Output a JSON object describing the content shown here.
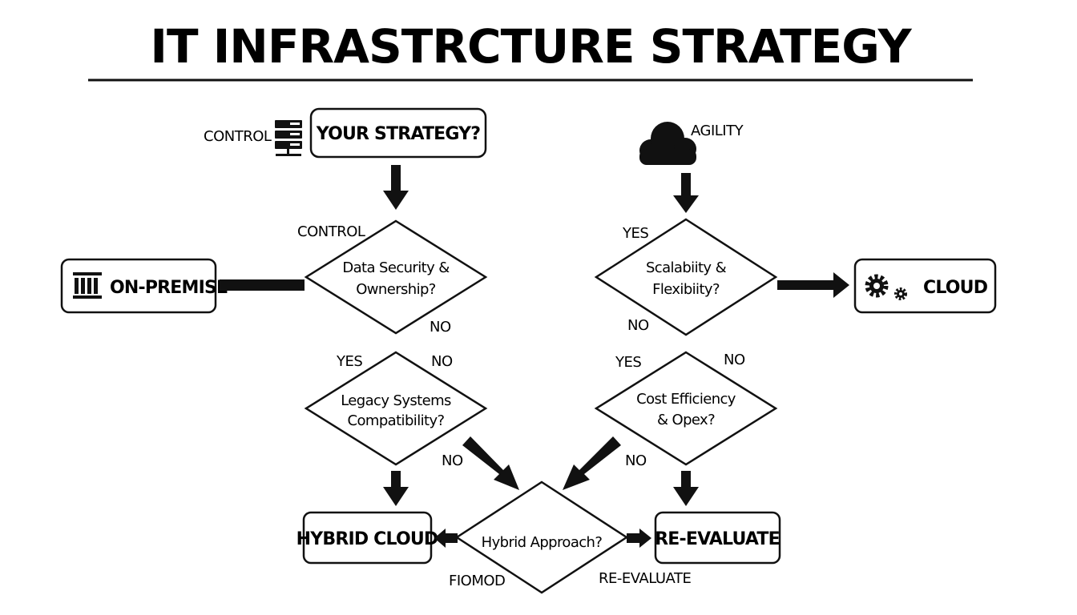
{
  "title": "IT INFRASTRCTURE STRATEGY",
  "nodes": {
    "start": "YOUR STRATEGY?",
    "on_premise": "ON-PREMISE",
    "cloud": "CLOUD",
    "hybrid_cloud": "HYBRID CLOUD",
    "re_evaluate": "RE-EVALUATE"
  },
  "decisions": {
    "security": [
      "Data Security &",
      "Ownership?"
    ],
    "scalability": [
      "Scalabiity &",
      "Flexibiity?"
    ],
    "legacy": [
      "Legacy Systems",
      "Compatibility?"
    ],
    "cost": [
      "Cost Efficiency",
      "& Opex?"
    ],
    "hybrid": "Hybrid Approach?"
  },
  "labels": {
    "control_top": "CONTROL",
    "agility": "AGILITY",
    "control_mid": "CONTROL",
    "yes_scal": "YES",
    "no_sec": "NO",
    "no_scal": "NO",
    "yes_legacy": "YES",
    "no_legacy_top": "NO",
    "yes_cost": "YES",
    "no_cost_top": "NO",
    "no_legacy_bottom": "NO",
    "no_cost_bottom": "NO",
    "fiomod": "FIOMOD",
    "re_evaluate_label": "RE-EVALUATE"
  },
  "icons": {
    "server": "server-icon",
    "cloud": "cloud-icon",
    "building": "building-icon",
    "gears": "gears-icon"
  },
  "colors": {
    "ink": "#111111",
    "background": "#ffffff"
  }
}
